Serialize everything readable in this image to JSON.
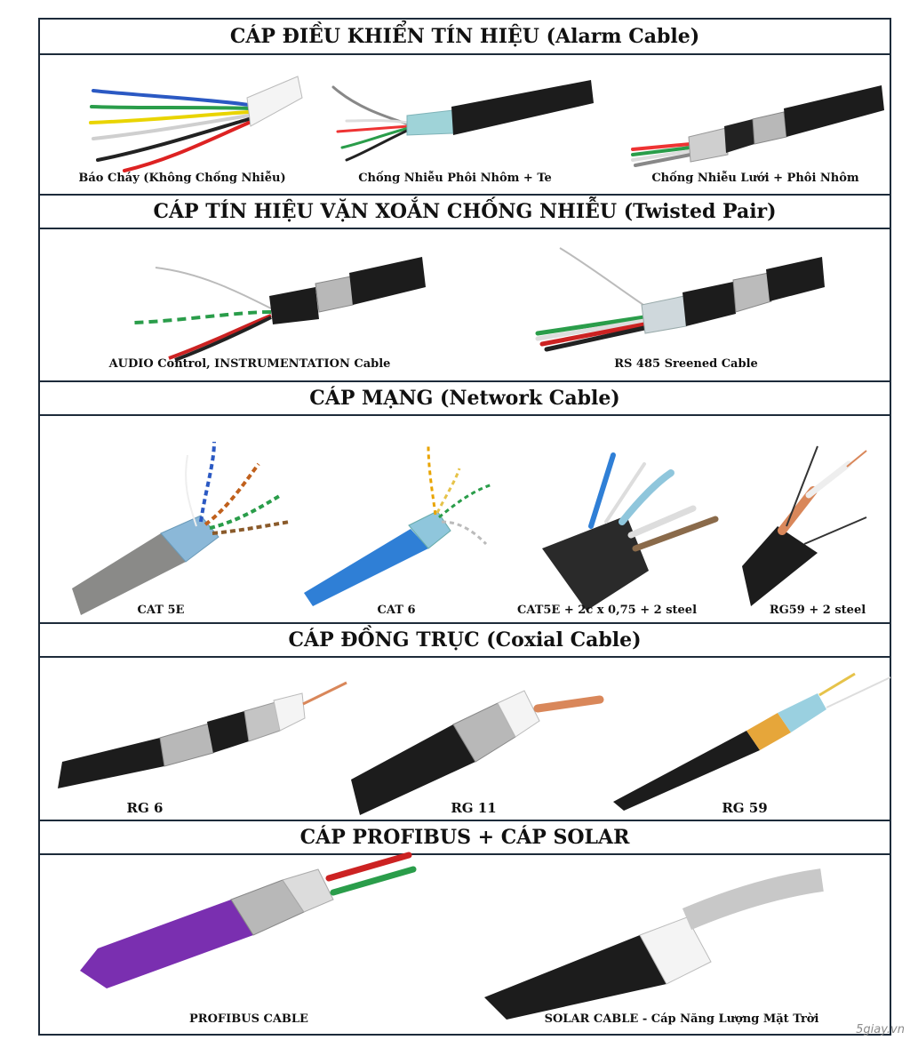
{
  "sections": [
    {
      "title": "CÁP ĐIỀU KHIỂN TÍN HIỆU (Alarm Cable)",
      "items": [
        {
          "label": "Báo Cháy (Không Chống Nhiễu)"
        },
        {
          "label": "Chống Nhiễu Phôi Nhôm + Te"
        },
        {
          "label": "Chống Nhiễu Lưới + Phôi Nhôm"
        }
      ]
    },
    {
      "title": "CÁP TÍN HIỆU VẶN XOẮN CHỐNG NHIỄU (Twisted Pair)",
      "items": [
        {
          "label": "AUDIO Control, INSTRUMENTATION Cable"
        },
        {
          "label": "RS 485  Sreened Cable"
        }
      ]
    },
    {
      "title": "CÁP MẠNG (Network Cable)",
      "items": [
        {
          "label": "CAT 5E"
        },
        {
          "label": "CAT 6"
        },
        {
          "label": "CAT5E + 2c x 0,75 + 2 steel"
        },
        {
          "label": "RG59 + 2 steel"
        }
      ]
    },
    {
      "title": "CÁP ĐỒNG TRỤC (Coxial Cable)",
      "items": [
        {
          "label": "RG 6"
        },
        {
          "label": "RG 11"
        },
        {
          "label": "RG 59"
        }
      ]
    },
    {
      "title": "CÁP PROFIBUS + CÁP SOLAR",
      "items": [
        {
          "label": "PROFIBUS CABLE"
        },
        {
          "label": "SOLAR CABLE - Cáp Năng Lượng Mặt Trời"
        }
      ]
    }
  ],
  "watermark": "5giay.vn",
  "colors": {
    "border": "#1d2b3a",
    "jacket": "#1a1a1a",
    "shield": "#b8c2cc",
    "copper": "#d9875a",
    "profibus": "#7a2fb0",
    "cat6": "#2f7fd6",
    "cat5e": "#8a8a88"
  }
}
